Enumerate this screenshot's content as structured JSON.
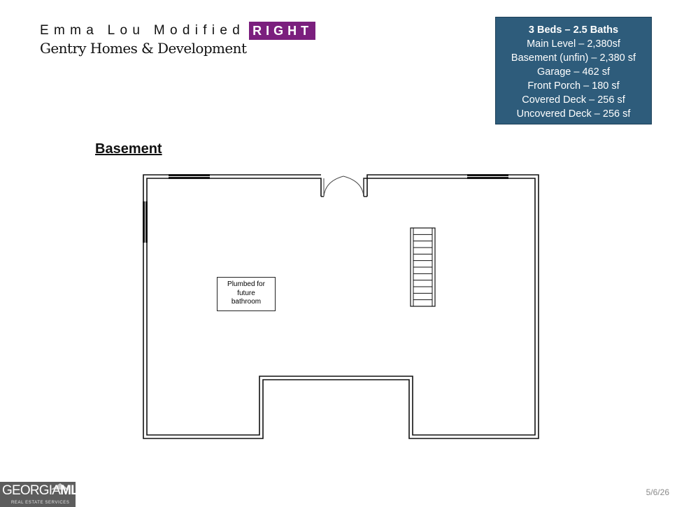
{
  "header": {
    "title": "Emma Lou Modified",
    "tag": "RIGHT",
    "subtitle": "Gentry Homes & Development"
  },
  "specs": {
    "headline": "3 Beds – 2.5 Baths",
    "lines": [
      "Main Level – 2,380sf",
      "Basement (unfin) – 2,380 sf",
      "Garage – 462 sf",
      "Front Porch – 180 sf",
      "Covered Deck – 256 sf",
      "Uncovered Deck – 256 sf"
    ],
    "colors": {
      "background": "#2e5c7b",
      "tag_background": "#7b1f7e"
    }
  },
  "plan": {
    "section_title": "Basement",
    "note_lines": [
      "Plumbed for",
      "future",
      "bathroom"
    ],
    "stair_treads": 12,
    "icons": [
      "double-door-icon",
      "window-icon",
      "staircase-icon"
    ]
  },
  "footer": {
    "logo_main": "GEORGIA",
    "logo_bold": "MLS",
    "logo_tagline": "REAL ESTATE SERVICES",
    "page_number": "5/6/26"
  }
}
